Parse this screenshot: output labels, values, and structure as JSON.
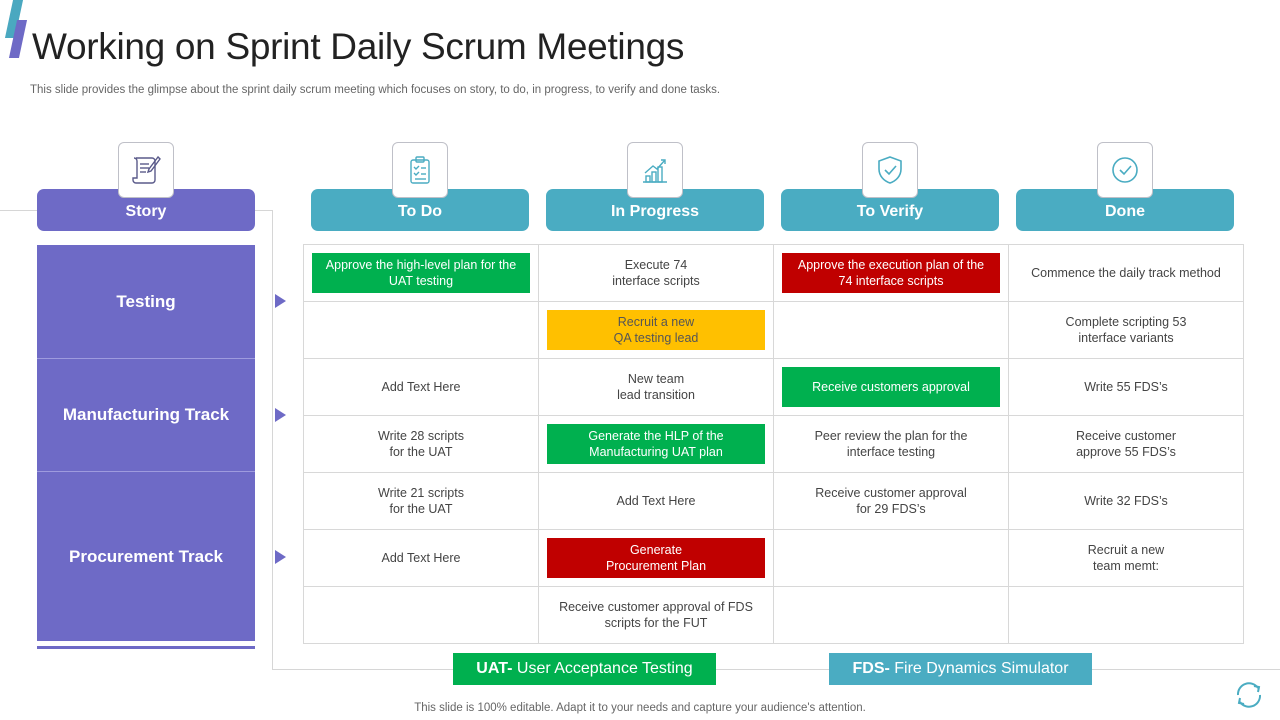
{
  "slide": {
    "title": "Working on Sprint Daily Scrum Meetings",
    "subtitle": "This slide provides the glimpse about the sprint daily scrum meeting which focuses on story, to do, in progress, to verify and done tasks.",
    "footer": "This slide is 100% editable. Adapt it to your needs and capture your audience's attention."
  },
  "columns": [
    {
      "label": "Story",
      "icon": "scroll-quill-icon"
    },
    {
      "label": "To Do",
      "icon": "clipboard-checklist-icon"
    },
    {
      "label": "In Progress",
      "icon": "growth-chart-icon"
    },
    {
      "label": "To Verify",
      "icon": "shield-check-icon"
    },
    {
      "label": "Done",
      "icon": "circle-check-icon"
    }
  ],
  "stories": [
    "Testing",
    "Manufacturing Track",
    "Procurement Track"
  ],
  "grid": [
    [
      {
        "text": "Approve  the high-level  plan for the\nUAT testing",
        "color": "green"
      },
      {
        "text": "Execute 74\ninterface scripts"
      },
      {
        "text": "Approve  the execution plan of the\n74 interface  scripts",
        "color": "red"
      },
      {
        "text": "Commence  the daily track method"
      }
    ],
    [
      {
        "text": ""
      },
      {
        "text": "Recruit  a new\nQA testing lead",
        "color": "amber"
      },
      {
        "text": ""
      },
      {
        "text": "Complete scripting 53\ninterface variants"
      }
    ],
    [
      {
        "text": "Add Text Here"
      },
      {
        "text": "New team\nlead transition"
      },
      {
        "text": "Receive  customers approval",
        "color": "green"
      },
      {
        "text": "Write 55 FDS’s"
      }
    ],
    [
      {
        "text": "Write 28 scripts\nfor the UAT"
      },
      {
        "text": "Generate  the HLP of the\nManufacturing UAT plan",
        "color": "green"
      },
      {
        "text": "Peer review  the plan for the\ninterface testing"
      },
      {
        "text": "Receive  customer\napprove  55 FDS’s"
      }
    ],
    [
      {
        "text": "Write 21 scripts\nfor the UAT"
      },
      {
        "text": "Add Text Here"
      },
      {
        "text": "Receive  customer approval\nfor 29 FDS’s"
      },
      {
        "text": "Write 32 FDS’s"
      }
    ],
    [
      {
        "text": "Add Text Here"
      },
      {
        "text": "Generate\nProcurement  Plan",
        "color": "red"
      },
      {
        "text": ""
      },
      {
        "text": "Recruit  a new\nteam memt:"
      }
    ],
    [
      {
        "text": ""
      },
      {
        "text": "Receive  customer approval  of FDS\nscripts for the FUT"
      },
      {
        "text": ""
      },
      {
        "text": ""
      }
    ]
  ],
  "legend": {
    "uat_abbr": "UAT-",
    "uat_text": " User Acceptance Testing",
    "fds_abbr": "FDS-",
    "fds_text": " Fire Dynamics Simulator"
  },
  "colors": {
    "purple": "#6e6ac6",
    "teal": "#4aacc2",
    "green": "#00b04f",
    "red": "#c00000",
    "amber": "#ffc000"
  }
}
